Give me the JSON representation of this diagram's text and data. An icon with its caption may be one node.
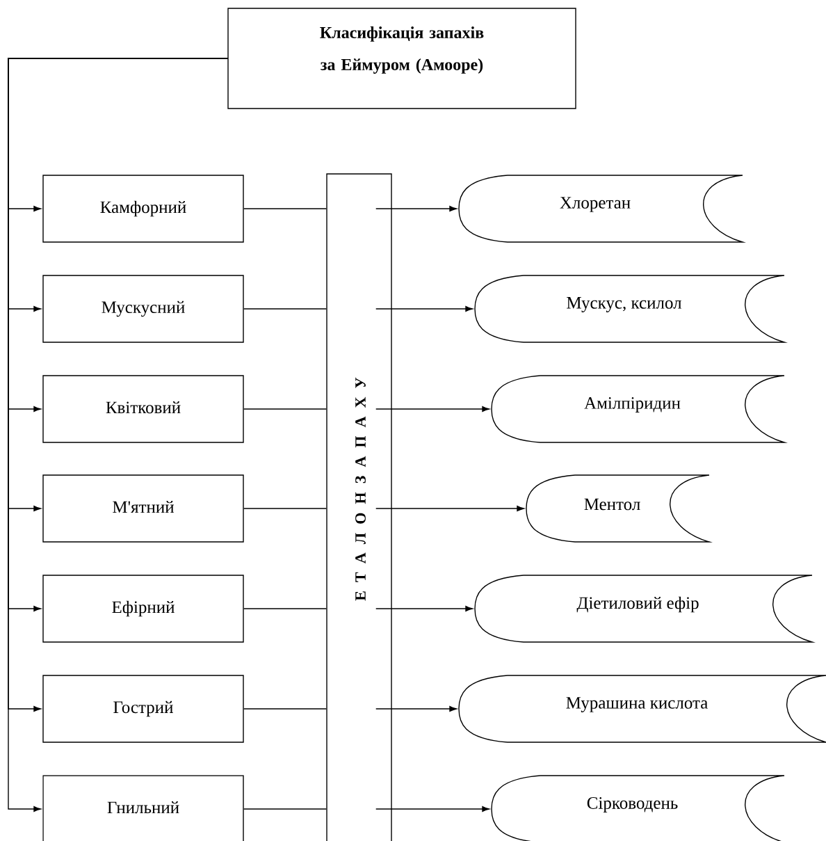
{
  "diagram": {
    "nodes": [
      {
        "text": [
          "Класифікація запахів за Еймуром (Амооре)"
        ]
      },
      {
        "text": [
          "Камфорний"
        ]
      },
      {
        "text": [
          "Мускусний"
        ]
      },
      {
        "text": [
          "Квітковий"
        ]
      },
      {
        "text": [
          "М'ятний"
        ]
      },
      {
        "text": [
          "Ефірний"
        ]
      },
      {
        "text": [
          "Гострий"
        ]
      },
      {
        "text": [
          "Гнильний"
        ]
      },
      {
        "text": [
          "Е Т А Л О Н З А П А Х У"
        ]
      },
      {
        "text": [
          "Хлоретан"
        ]
      },
      {
        "text": [
          "Мускус, ксилол"
        ]
      },
      {
        "text": [
          "Амілпіридин"
        ]
      },
      {
        "text": [
          "Ментол"
        ]
      },
      {
        "text": [
          "Діетиловий ефір"
        ]
      },
      {
        "text": [
          "Мурашина кислота"
        ]
      },
      {
        "text": [
          "Сірководень"
        ]
      }
    ],
    "edges": [
      {
        "from": 0,
        "to": 1,
        "arrow": "to"
      },
      {
        "from": 0,
        "to": 2,
        "arrow": "to"
      },
      {
        "from": 0,
        "to": 3,
        "arrow": "to"
      },
      {
        "from": 0,
        "to": 4,
        "arrow": "to"
      },
      {
        "from": 0,
        "to": 5,
        "arrow": "to"
      },
      {
        "from": 0,
        "to": 6,
        "arrow": "to"
      },
      {
        "from": 0,
        "to": 7,
        "arrow": "to"
      },
      {
        "from": 1,
        "to": 8,
        "arrow": "none"
      },
      {
        "from": 2,
        "to": 8,
        "arrow": "none"
      },
      {
        "from": 3,
        "to": 8,
        "arrow": "none"
      },
      {
        "from": 4,
        "to": 8,
        "arrow": "none"
      },
      {
        "from": 5,
        "to": 8,
        "arrow": "none"
      },
      {
        "from": 6,
        "to": 8,
        "arrow": "none"
      },
      {
        "from": 7,
        "to": 8,
        "arrow": "none"
      },
      {
        "from": 8,
        "to": 9,
        "arrow": "to"
      },
      {
        "from": 8,
        "to": 10,
        "arrow": "to"
      },
      {
        "from": 8,
        "to": 11,
        "arrow": "to"
      },
      {
        "from": 8,
        "to": 12,
        "arrow": "to"
      },
      {
        "from": 8,
        "to": 13,
        "arrow": "to"
      },
      {
        "from": 8,
        "to": 14,
        "arrow": "to"
      },
      {
        "from": 8,
        "to": 15,
        "arrow": "to"
      }
    ]
  }
}
